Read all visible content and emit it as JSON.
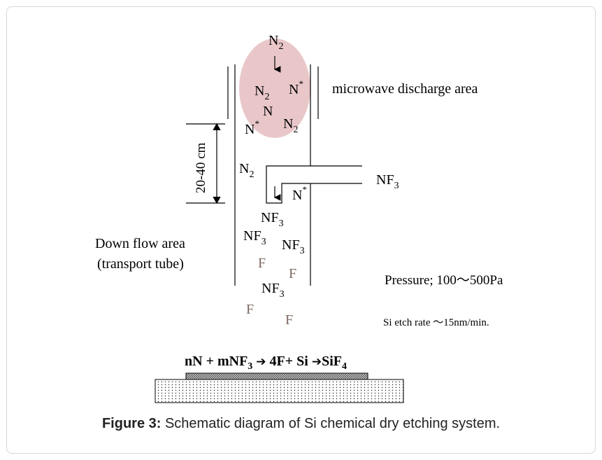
{
  "species": {
    "n2": "N",
    "n2_sub": "2",
    "n": "N",
    "n_star": "N",
    "star": "*",
    "nf": "NF",
    "nf_sub": "3",
    "f": "F"
  },
  "labels": {
    "microwave": "microwave discharge area",
    "distance": "20-40 cm",
    "downflow_line1": "Down flow area",
    "downflow_line2": "(transport tube)",
    "pressure": "Pressure; 100～500Pa",
    "etch_rate": "Si etch rate ～15nm/min."
  },
  "reaction": {
    "part1": "nN + mNF",
    "sub1": "3",
    "arrow1": "➔",
    "part2": "4F+ Si",
    "arrow2": "➔",
    "part3": "SiF",
    "sub2": "4"
  },
  "caption": {
    "label": "Figure  3:",
    "text": " Schematic diagram of Si chemical dry etching system."
  },
  "colors": {
    "plasma": "#e9c7c9",
    "fluorine": "#7d6a62",
    "line": "#000000"
  }
}
